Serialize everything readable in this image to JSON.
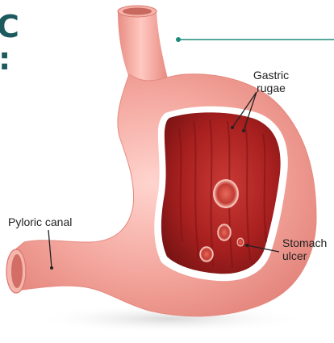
{
  "heading": {
    "line1": "C",
    "line2": ":"
  },
  "labels": {
    "gastric_rugae_line1": "Gastric",
    "gastric_rugae_line2": "rugae",
    "pyloric_canal": "Pyloric canal",
    "stomach_ulcer_line1": "Stomach",
    "stomach_ulcer_line2": "ulcer"
  },
  "colors": {
    "heading": "#1c5a5d",
    "accent_line": "#1f8a7a",
    "stomach_wall": "#f1a39b",
    "mucosa": "#b52a2a",
    "leader_line": "#222222"
  }
}
